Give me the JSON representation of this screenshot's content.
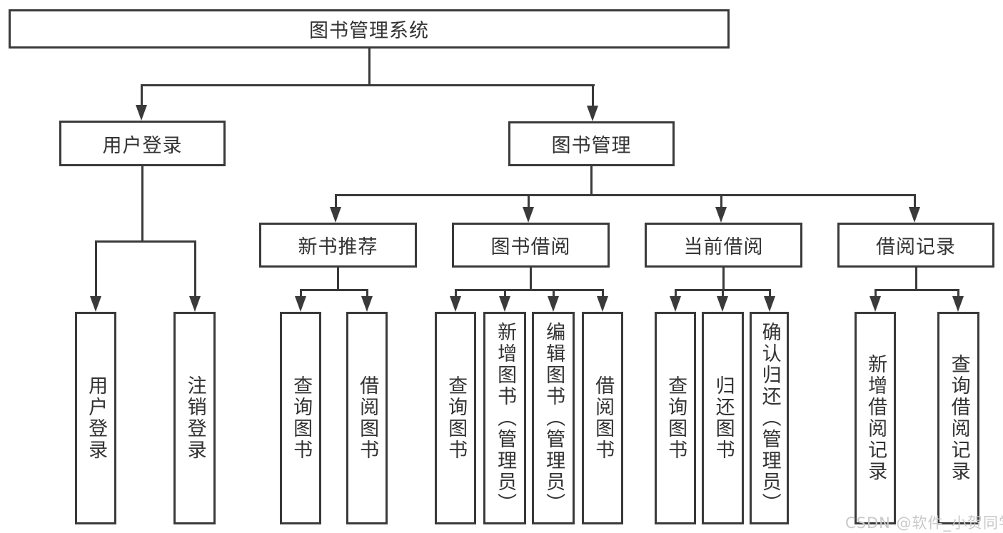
{
  "colors": {
    "line": "#3a3a3a",
    "text": "#333333",
    "background": "#ffffff",
    "watermark": "#c9c9c9"
  },
  "watermark": {
    "text": "CSDN @软件_小贺同学"
  },
  "tree": {
    "root": {
      "label": "图书管理系统",
      "children": [
        {
          "label": "用户登录",
          "children": [
            {
              "label": "用户登录"
            },
            {
              "label": "注销登录"
            }
          ]
        },
        {
          "label": "图书管理",
          "children": [
            {
              "label": "新书推荐",
              "children": [
                {
                  "label": "查询图书"
                },
                {
                  "label": "借阅图书"
                }
              ]
            },
            {
              "label": "图书借阅",
              "children": [
                {
                  "label": "查询图书"
                },
                {
                  "label": "新增图书（管理员）"
                },
                {
                  "label": "编辑图书（管理员）"
                },
                {
                  "label": "借阅图书"
                }
              ]
            },
            {
              "label": "当前借阅",
              "children": [
                {
                  "label": "查询图书"
                },
                {
                  "label": "归还图书"
                },
                {
                  "label": "确认归还（管理员）"
                }
              ]
            },
            {
              "label": "借阅记录",
              "children": [
                {
                  "label": "新增借阅记录"
                },
                {
                  "label": "查询借阅记录"
                }
              ]
            }
          ]
        }
      ]
    }
  }
}
